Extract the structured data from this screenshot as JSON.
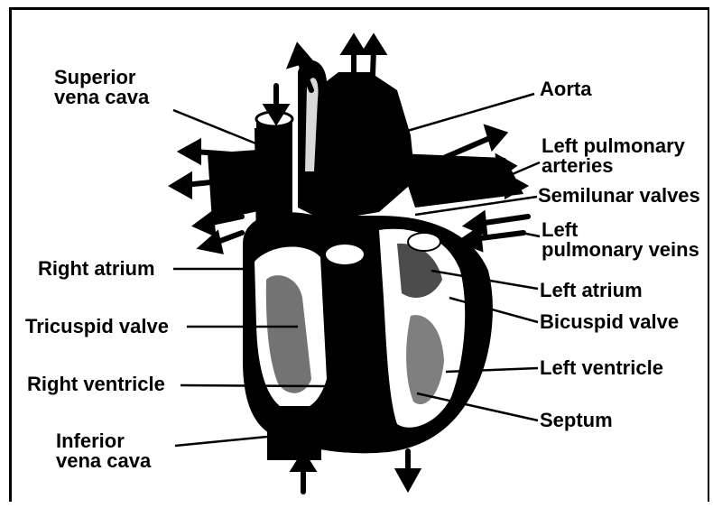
{
  "labels": {
    "superior_vena_cava": [
      "Superior",
      "vena cava"
    ],
    "aorta": "Aorta",
    "left_pulmonary_arteries": [
      "Left pulmonary",
      "arteries"
    ],
    "semilunar_valves": "Semilunar valves",
    "left_pulmonary_veins": [
      "Left",
      "pulmonary veins"
    ],
    "right_atrium": "Right atrium",
    "left_atrium": "Left atrium",
    "tricuspid_valve": "Tricuspid valve",
    "bicuspid_valve": "Bicuspid valve",
    "right_ventricle": "Right ventricle",
    "left_ventricle": "Left ventricle",
    "septum": "Septum",
    "inferior_vena_cava": [
      "Inferior",
      "vena cava"
    ]
  },
  "colors": {
    "ink": "#000000",
    "paper": "#ffffff"
  }
}
